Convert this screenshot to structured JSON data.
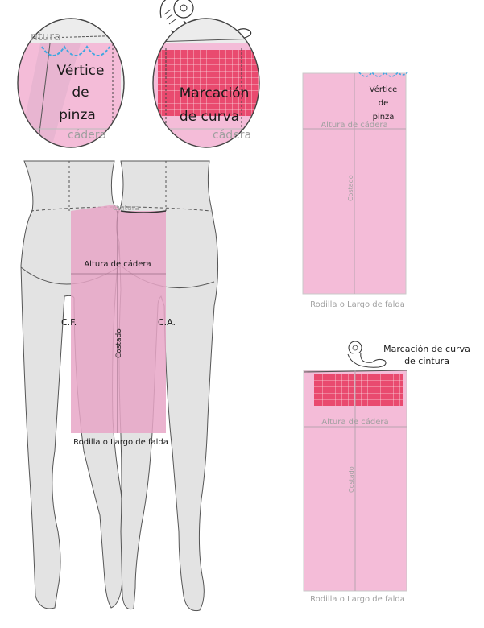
{
  "zoom_left": {
    "top_label": "ntura",
    "lines": [
      "Vértice",
      "de",
      "pinza"
    ],
    "bottom_label": "cádera"
  },
  "zoom_right": {
    "lines": [
      "Marcación",
      "de curva"
    ],
    "bottom_label": "cádera"
  },
  "figure": {
    "cintura": "Cintura",
    "altura": "Altura de cádera",
    "cf": "C.F.",
    "ca": "C.A.",
    "costado": "Costado",
    "rodilla": "Rodilla o Largo de falda"
  },
  "panel_top": {
    "vertice": [
      "Vértice",
      "de",
      "pinza"
    ],
    "altura": "Altura de cádera",
    "costado": "Costado",
    "rodilla": "Rodilla o Largo de falda"
  },
  "panel_bottom": {
    "marcacion": [
      "Marcación de curva",
      "de cintura"
    ],
    "altura": "Altura de cádera",
    "costado": "Costado",
    "rodilla": "Rodilla o Largo de falda"
  },
  "colors": {
    "pink": "#f4bcd8",
    "pink_dark": "#e7a6c7",
    "ruler": "#e94a6f",
    "skin": "#e3e3e3",
    "outline": "#555555",
    "dart_blue": "#3fa7e0"
  }
}
